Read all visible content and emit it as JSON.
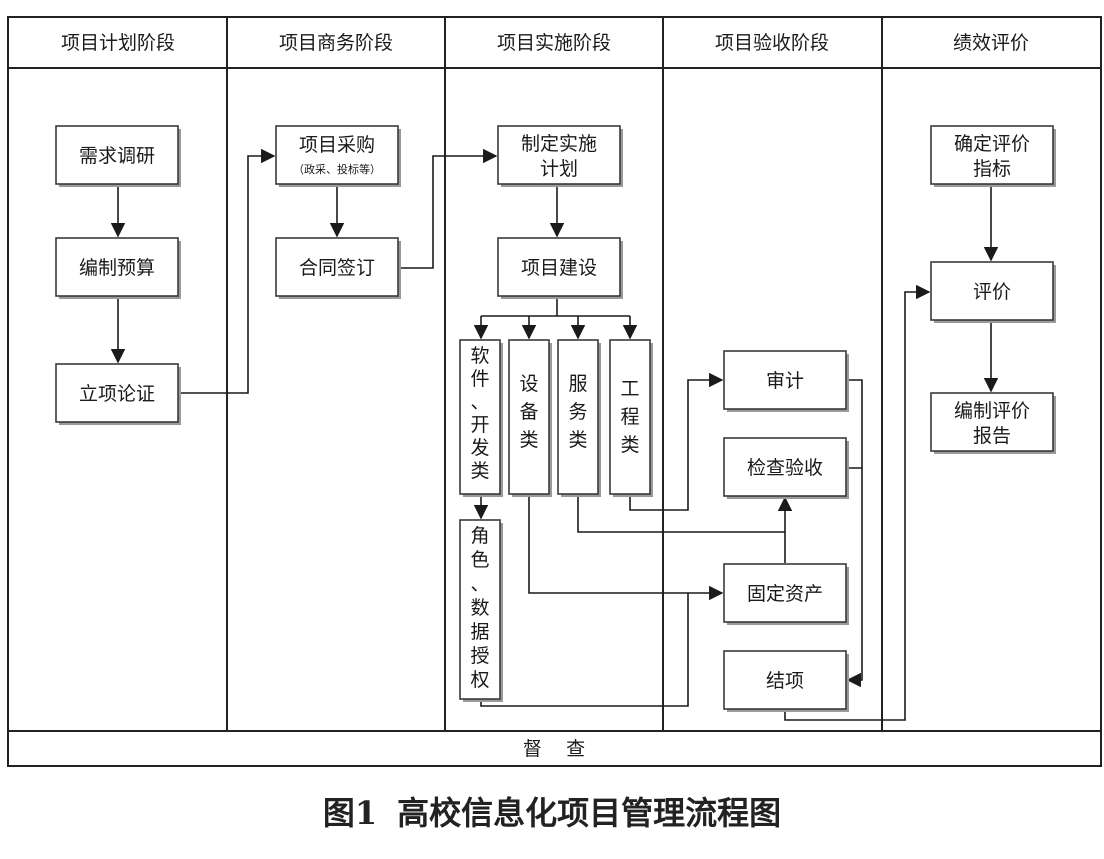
{
  "lanes": [
    {
      "id": "plan",
      "label": "项目计划阶段"
    },
    {
      "id": "business",
      "label": "项目商务阶段"
    },
    {
      "id": "implement",
      "label": "项目实施阶段"
    },
    {
      "id": "accept",
      "label": "项目验收阶段"
    },
    {
      "id": "evaluate",
      "label": "绩效评价"
    }
  ],
  "supervision_label": "督    查",
  "nodes": {
    "requirements": {
      "label": "需求调研"
    },
    "budget": {
      "label": "编制预算"
    },
    "approval": {
      "label": "立项论证"
    },
    "procurement": {
      "label": "项目采购",
      "sub": "（政采、投标等）"
    },
    "contract": {
      "label": "合同签订"
    },
    "impl_plan": {
      "lines": [
        "制定实施",
        "计划"
      ]
    },
    "construction": {
      "label": "项目建设"
    },
    "software": {
      "lines": [
        "软",
        "件",
        "、",
        "开",
        "发",
        "类"
      ]
    },
    "equipment": {
      "lines": [
        "设",
        "备",
        "类"
      ]
    },
    "service": {
      "lines": [
        "服",
        "务",
        "类"
      ]
    },
    "engineering": {
      "lines": [
        "工",
        "程",
        "类"
      ]
    },
    "roles": {
      "lines": [
        "角",
        "色",
        "、",
        "数",
        "据",
        "授",
        "权"
      ]
    },
    "audit": {
      "label": "审计"
    },
    "inspection": {
      "label": "检查验收"
    },
    "fixed_assets": {
      "label": "固定资产"
    },
    "closure": {
      "label": "结项"
    },
    "indicators": {
      "lines": [
        "确定评价",
        "指标"
      ]
    },
    "evaluation": {
      "label": "评价"
    },
    "report": {
      "lines": [
        "编制评价",
        "报告"
      ]
    }
  },
  "caption": {
    "number": "图1",
    "title": "高校信息化项目管理流程图"
  }
}
